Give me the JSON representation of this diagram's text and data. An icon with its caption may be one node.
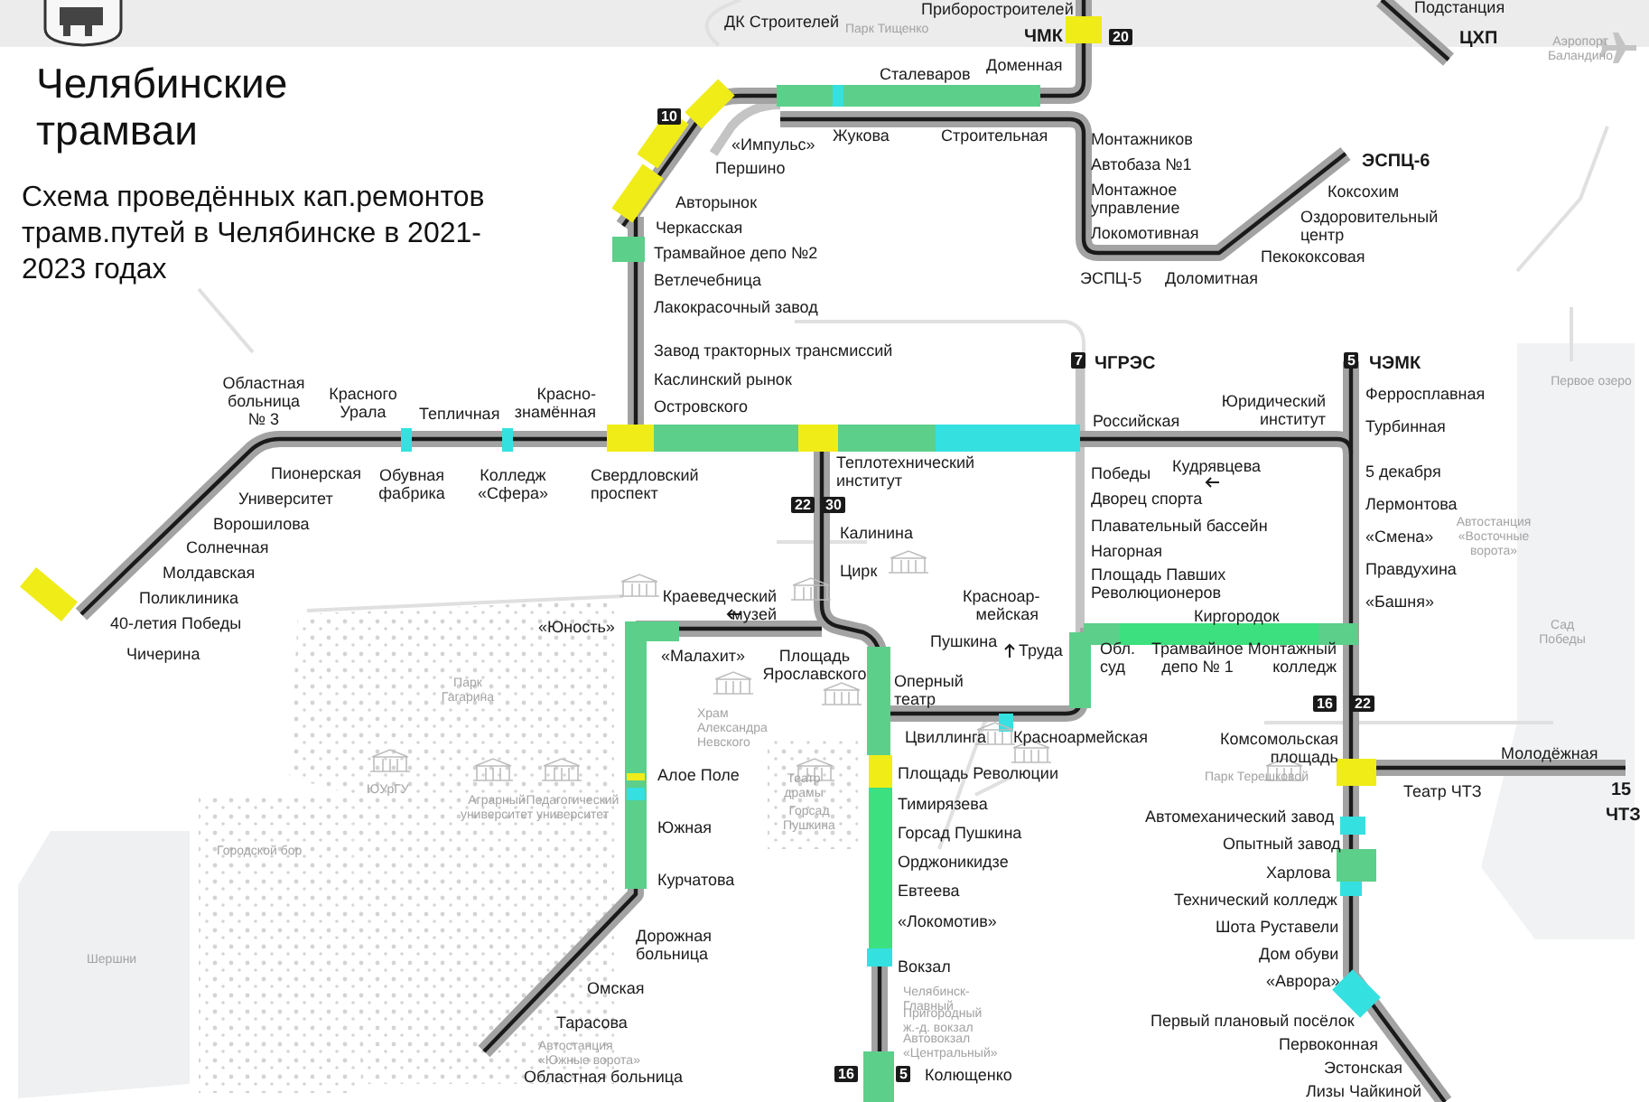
{
  "diagram": {
    "title": "Челябинские трамваи",
    "caption": "Схема проведённых кап.ремонтов трамв.путей в Челябинске в 2021-2023 годах",
    "labels": [
      "Приборостроителей",
      "Парк Тищенко",
      "ЧМК",
      "20",
      "Подстанция",
      "ЦХП",
      "Аэропорт Баландино",
      "ДК Строителей",
      "Сталеваров",
      "Доменная",
      "10",
      "«Импульс»",
      "Першино",
      "Жукова",
      "Строительная",
      "Монтажников",
      "Автобаза №1",
      "Монтажное управление",
      "Локомотивная",
      "ЭСПЦ-6",
      "Коксохим",
      "Оздоровительный центр",
      "Пекококсовая",
      "ЭСПЦ-5",
      "Доломитная",
      "Авторынок",
      "Черкасская",
      "Трамвайное депо №2",
      "Ветлечебница",
      "Лакокрасочный завод",
      "Завод тракторных трансмиссий",
      "Каслинский рынок",
      "Островского",
      "7",
      "ЧГРЭС",
      "5",
      "ЧЭМК",
      "Ферросплавная",
      "Юридический институт",
      "Турбинная",
      "Российская",
      "Первое озеро",
      "Областная больница № 3",
      "Красного Урала",
      "Тепличная",
      "Красно-знамённая",
      "Пионерская",
      "Обувная фабрика",
      "Колледж «Сфера»",
      "Свердловский проспект",
      "Университет",
      "Ворошилова",
      "Солнечная",
      "Молдавская",
      "Поликлиника",
      "40-летия Победы",
      "Чичерина",
      "Теплотехнический институт",
      "22",
      "30",
      "Калинина",
      "Цирк",
      "Победы",
      "Кудрявцева",
      "Дворец спорта",
      "Плавательный бассейн",
      "Нагорная",
      "Площадь Павших Революционеров",
      "5 декабря",
      "Лермонтова",
      "«Смена»",
      "Автостанция «Восточные ворота»",
      "Правдухина",
      "«Башня»",
      "Сад Победы",
      "Краеведческий музей",
      "Красноар-мейская",
      "Киргородок",
      "«Юность»",
      "«Малахит»",
      "Площадь Ярославского",
      "Пушкина",
      "Труда",
      "Обл. суд",
      "Трамвайное депо № 1",
      "Монтажный колледж",
      "Парк Гагарина",
      "Храм Александра Невского",
      "Оперный театр",
      "16",
      "22",
      "Цвиллинга",
      "Красноармейская",
      "Комсомольская площадь",
      "Молодёжная",
      "Алое Поле",
      "Площадь Революции",
      "Театр драмы",
      "Парк Терешковой",
      "Театр ЧТЗ",
      "15",
      "ЧТЗ",
      "ЮУрГУ",
      "Аграрный университет",
      "Педагогический университет",
      "Горсад Пушкина",
      "Тимирязева",
      "Автомеханический завод",
      "Южная",
      "Горсад Пушкина",
      "Опытный завод",
      "Орджоникидзе",
      "Харлова",
      "Курчатова",
      "Евтеева",
      "Городской бор",
      "Технический колледж",
      "«Локомотив»",
      "Шота Руставели",
      "Дорожная больница",
      "Шершни",
      "Дом обуви",
      "Вокзал",
      "Омская",
      "Челябинск-Главный",
      "«Аврора»",
      "Тарасова",
      "Пригородный ж.-д. вокзал",
      "Первый плановый посёлок",
      "Автостанция «Южные ворота»",
      "Автовокзал «Центральный»",
      "Первоконная",
      "Областная больница",
      "16",
      "5",
      "Колющенко",
      "Эстонская",
      "Лизы Чайкиной"
    ]
  }
}
